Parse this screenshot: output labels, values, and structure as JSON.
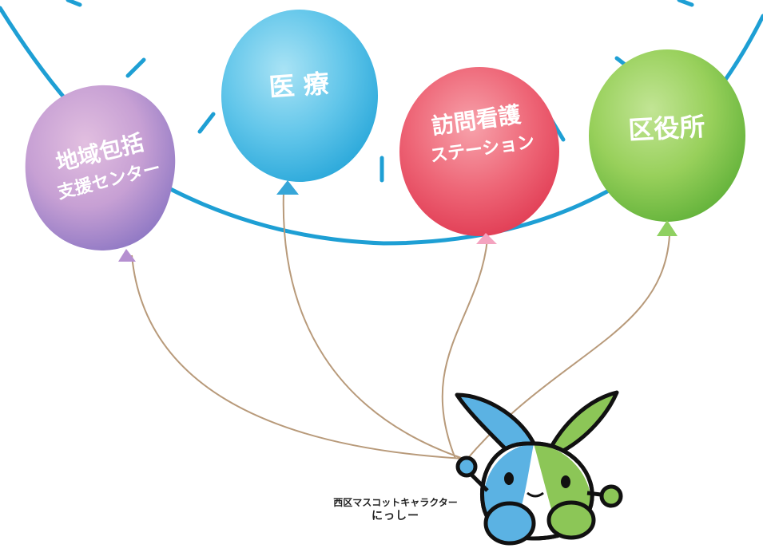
{
  "balloons": [
    {
      "id": "chiiki",
      "lines": [
        "地域包括",
        "支援センター"
      ],
      "color_light": "#c9a2d6",
      "color_dark": "#8f77c2",
      "knot": "#b58fd0"
    },
    {
      "id": "iryo",
      "lines": [
        "医 療"
      ],
      "color_light": "#7fd3ee",
      "color_dark": "#2fb0df",
      "knot": "#36a6d8"
    },
    {
      "id": "houmon",
      "lines": [
        "訪問看護",
        "ステーション"
      ],
      "color_light": "#f58a95",
      "color_dark": "#e5475a",
      "knot": "#f4a3bf"
    },
    {
      "id": "kuyakusho",
      "lines": [
        "区役所"
      ],
      "color_light": "#a8d86a",
      "color_dark": "#6dbb3a",
      "knot": "#8fd061"
    }
  ],
  "caption": {
    "line1": "西区マスコットキャラクター",
    "line2": "にっしー"
  },
  "colors": {
    "ring": "#1e9fd4",
    "string": "#b89a7a",
    "mascot_blue": "#5bb2e3",
    "mascot_green": "#8cc657",
    "mascot_outline": "#111111"
  }
}
